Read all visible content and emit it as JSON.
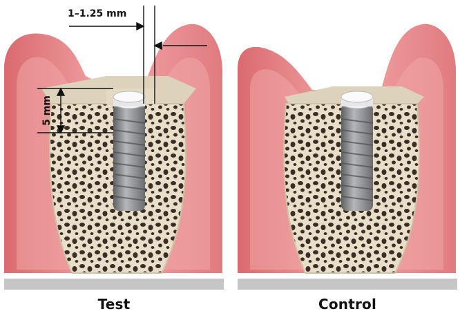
{
  "panels": [
    {
      "caption": "Test"
    },
    {
      "caption": "Control"
    }
  ],
  "dimensions": {
    "width_label": "1–1.25 mm",
    "height_label": "5 mm"
  },
  "colors": {
    "gingiva": "#e8878a",
    "gingiva_light": "#f6b9b8",
    "gingiva_dark": "#cf5f66",
    "bone": "#e9dfc8",
    "bone_pore": "#3a2e27",
    "implant": "#8a8c90",
    "implant_cap": "#e8e8ea",
    "base_bar": "#c6c6c6"
  }
}
